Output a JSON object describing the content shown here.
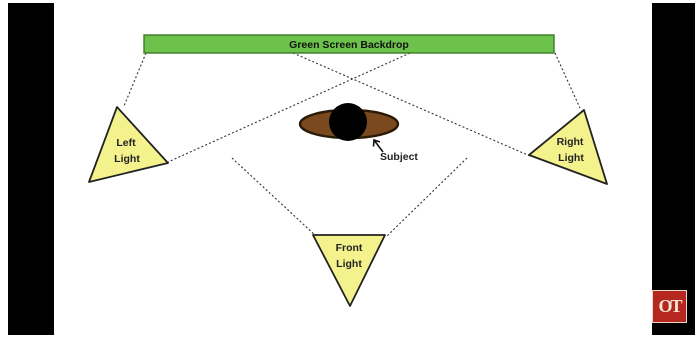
{
  "backdrop": {
    "label": "Green Screen Backdrop",
    "color": "#6cc24a"
  },
  "subject": {
    "label": "Subject",
    "body_color": "#7a4a1e",
    "head_color": "#000000"
  },
  "lights": [
    {
      "id": "left",
      "line1": "Left",
      "line2": "Light"
    },
    {
      "id": "right",
      "line1": "Right",
      "line2": "Light"
    },
    {
      "id": "front",
      "line1": "Front",
      "line2": "Light"
    }
  ],
  "light_fill": "#f3f28c",
  "logo": {
    "text": "OT",
    "color": "#b5281f"
  }
}
